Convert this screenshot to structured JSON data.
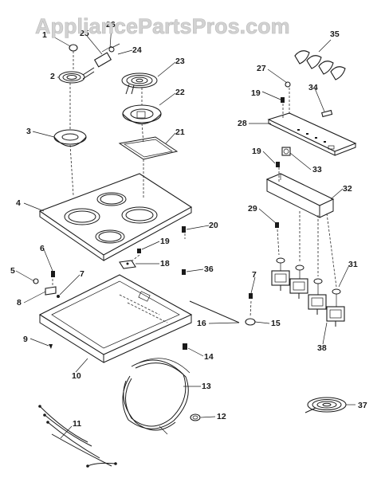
{
  "watermark": "AppliancePartsPros.com",
  "callouts": {
    "c1": "1",
    "c2": "2",
    "c3": "3",
    "c4": "4",
    "c5": "5",
    "c6": "6",
    "c7a": "7",
    "c7b": "7",
    "c8": "8",
    "c9": "9",
    "c10": "10",
    "c11": "11",
    "c12": "12",
    "c13": "13",
    "c14": "14",
    "c15": "15",
    "c16": "16",
    "c18": "18",
    "c19a": "19",
    "c19b": "19",
    "c19c": "19",
    "c20": "20",
    "c21": "21",
    "c22": "22",
    "c23": "23",
    "c24": "24",
    "c25": "25",
    "c26": "26",
    "c27": "27",
    "c28": "28",
    "c29": "29",
    "c31": "31",
    "c32": "32",
    "c33": "33",
    "c34": "34",
    "c35": "35",
    "c36": "36",
    "c37": "37",
    "c38": "38"
  }
}
